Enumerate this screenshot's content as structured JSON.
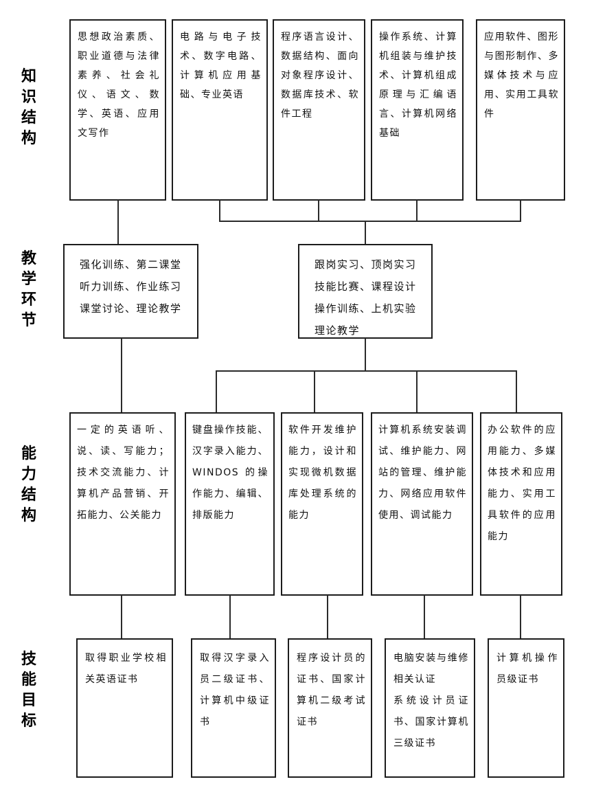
{
  "colors": {
    "background": "#ffffff",
    "box_border": "#1c1c1c",
    "connector": "#2a2a2a",
    "text": "#101010"
  },
  "row_labels": [
    {
      "text": "知识结构"
    },
    {
      "text": "教学环节"
    },
    {
      "text": "能力结构"
    },
    {
      "text": "技能目标"
    }
  ],
  "knowledge_boxes": [
    {
      "text": "思想政治素质、职业道德与法律素养、社会礼仪、语文、数学、英语、应用文写作"
    },
    {
      "text": "电路与电子技术、数字电路、计算机应用基础、专业英语"
    },
    {
      "text": "程序语言设计、数据结构、面向对象程序设计、数据库技术、软件工程"
    },
    {
      "text": "操作系统、计算机组装与维护技术、计算机组成原理与汇编语言、计算机网络基础"
    },
    {
      "text": "应用软件、图形与图形制作、多媒体技术与应用、实用工具软件"
    }
  ],
  "teaching_boxes": [
    {
      "text": "强化训练、第二课堂\n听力训练、作业练习\n课堂讨论、理论教学"
    },
    {
      "text": "跟岗实习、顶岗实习\n技能比赛、课程设计\n操作训练、上机实验\n理论教学"
    }
  ],
  "ability_boxes": [
    {
      "text": "一定的英语听、说、读、写能力；技术交流能力、计算机产品营销、开拓能力、公关能力"
    },
    {
      "text": "键盘操作技能、汉字录入能力、WINDOS 的操作能力、编辑、排版能力"
    },
    {
      "text": "软件开发维护能力，设计和实现微机数据库处理系统的能力"
    },
    {
      "text": "计算机系统安装调试、维护能力、网站的管理、维护能力、网络应用软件使用、调试能力"
    },
    {
      "text": "办公软件的应用能力、多媒体技术和应用能力、实用工具软件的应用能力"
    }
  ],
  "skill_boxes": [
    {
      "text": "取得职业学校相关英语证书"
    },
    {
      "text": "取得汉字录入员二级证书、计算机中级证书"
    },
    {
      "text": "程序设计员的证书、国家计算机二级考试证书"
    },
    {
      "text": "电脑安装与维修相关认证\n系统设计员证书、国家计算机三级证书"
    },
    {
      "text": "计算机操作员级证书"
    }
  ]
}
